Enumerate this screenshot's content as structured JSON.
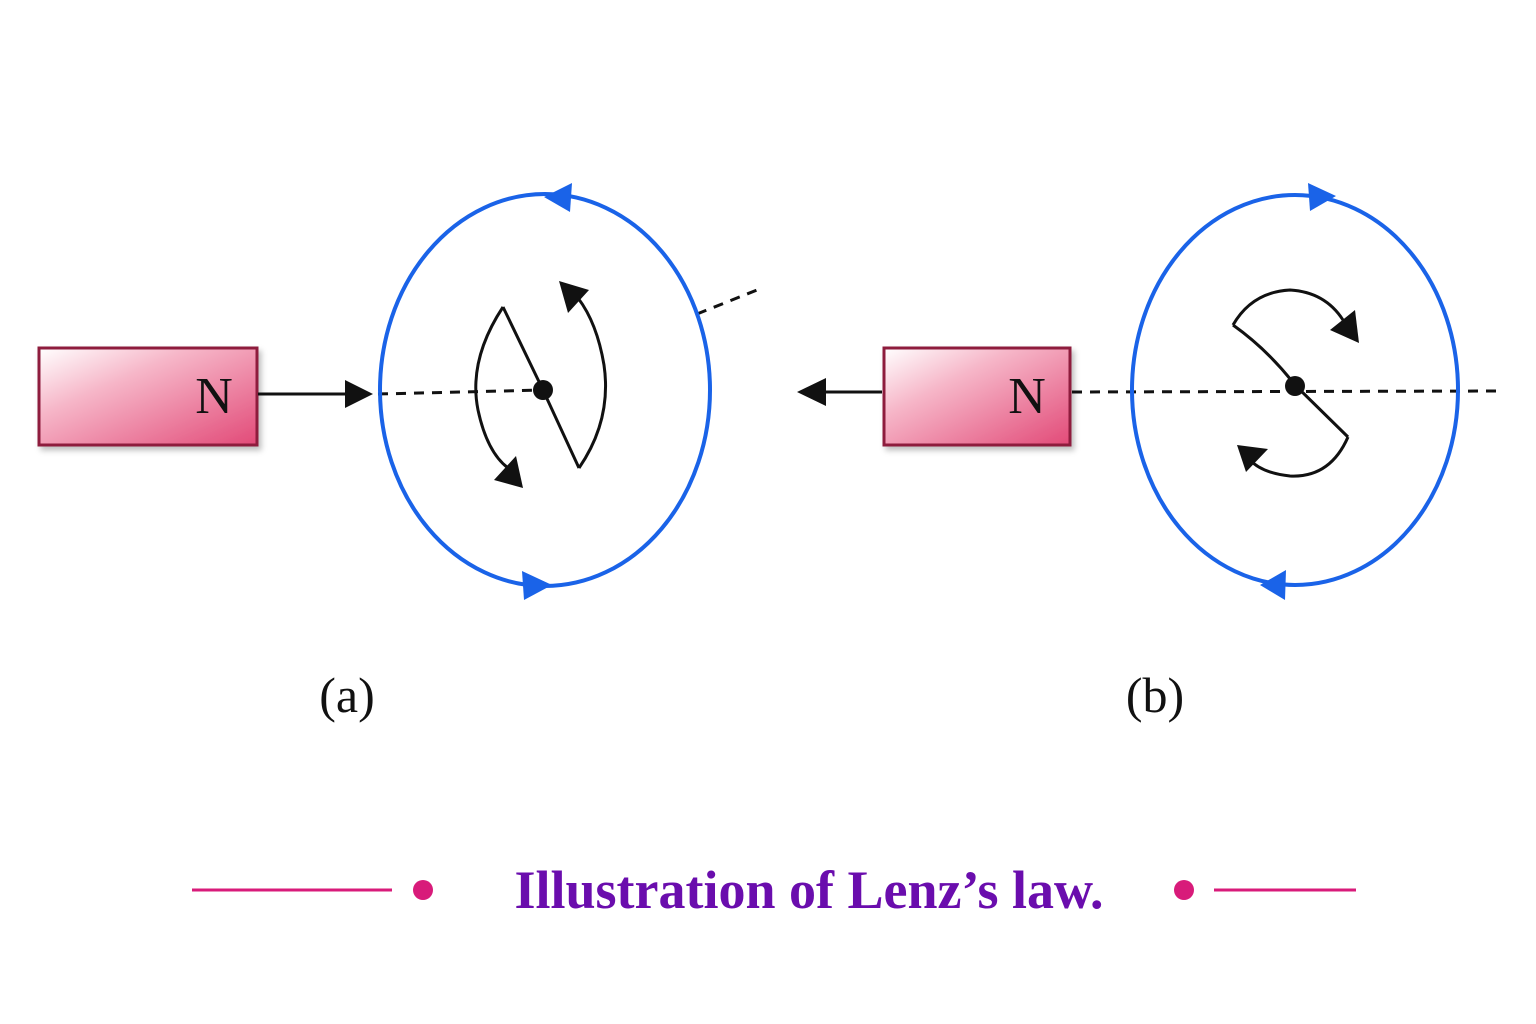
{
  "figure": {
    "panels": [
      {
        "id": "a",
        "label": "(a)",
        "magnet_pole": "N",
        "magnet_motion": "toward coil",
        "loop_current": "counter-clockwise"
      },
      {
        "id": "b",
        "label": "(b)",
        "magnet_pole": "N",
        "magnet_motion": "away from coil",
        "loop_current": "clockwise"
      }
    ],
    "caption": "Illustration of Lenz’s law."
  },
  "colors": {
    "loop": "#1a63e8",
    "magnet_fill": "#e24a78",
    "magnet_border": "#8e1a3c",
    "caption": "#6a0dad",
    "caption_rule": "#d81b7a",
    "ink": "#111111"
  }
}
